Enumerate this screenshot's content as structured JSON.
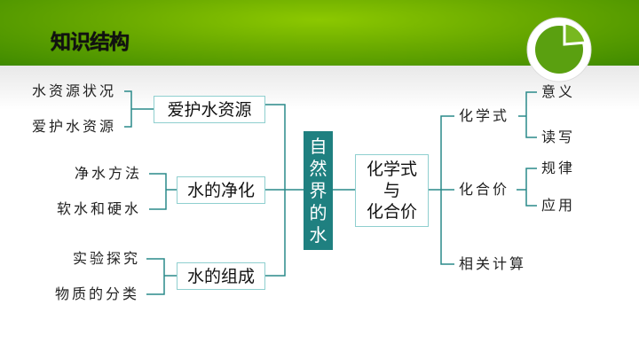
{
  "header": {
    "title": "知识结构"
  },
  "center": {
    "label": [
      "自",
      "然",
      "界",
      "的",
      "水"
    ]
  },
  "left": [
    {
      "box": "爱护水资源",
      "leaves": [
        "水资源状况",
        "爱护水资源"
      ]
    },
    {
      "box": "水的净化",
      "leaves": [
        "净水方法",
        "软水和硬水"
      ]
    },
    {
      "box": "水的组成",
      "leaves": [
        "实验探究",
        "物质的分类"
      ]
    }
  ],
  "right": {
    "box": [
      "化学式",
      "与",
      "化合价"
    ],
    "branches": [
      {
        "label": "化学式",
        "leaves": [
          "意义",
          "读写"
        ]
      },
      {
        "label": "化合价",
        "leaves": [
          "规律",
          "应用"
        ]
      },
      {
        "label": "相关计算",
        "leaves": []
      }
    ]
  },
  "colors": {
    "green": "#6aaa00",
    "teal": "#1f8080",
    "line": "#2a8a8a",
    "border": "#8fcfcf"
  }
}
